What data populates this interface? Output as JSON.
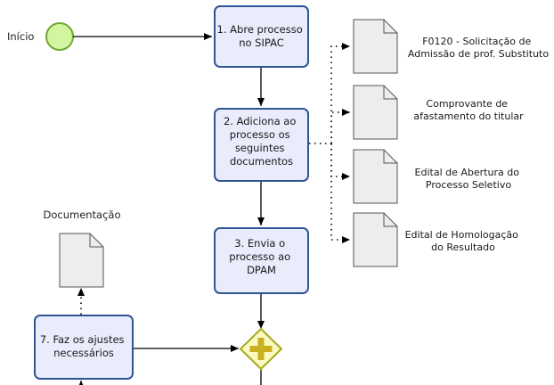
{
  "start_event": {
    "label": "Início",
    "fill": "#d2f5a0",
    "stroke": "#6fa834"
  },
  "tasks": [
    {
      "id": "t1",
      "lines": [
        "1. Abre processo",
        "no SIPAC"
      ]
    },
    {
      "id": "t2",
      "lines": [
        "2. Adiciona ao",
        "processo os",
        "seguintes",
        "documentos"
      ]
    },
    {
      "id": "t3",
      "lines": [
        "3. Envia o",
        "processo ao",
        "DPAM"
      ]
    },
    {
      "id": "t7",
      "lines": [
        "7. Faz os ajustes",
        "necessários"
      ]
    }
  ],
  "documents": [
    {
      "id": "d1",
      "lines": [
        "F0120 - Solicitação de",
        "Admissão de prof. Substituto"
      ]
    },
    {
      "id": "d2",
      "lines": [
        "Comprovante de",
        "afastamento do titular"
      ]
    },
    {
      "id": "d3",
      "lines": [
        "Edital de Abertura do",
        "Processo Seletivo"
      ]
    },
    {
      "id": "d4",
      "lines": [
        "Edital de Homologação",
        "do Resultado"
      ]
    }
  ],
  "documentation": {
    "label": "Documentação"
  },
  "gateway": {
    "type": "parallel",
    "symbol": "plus"
  },
  "colors": {
    "task_fill": "#e8ecfb",
    "task_stroke": "#2f5597",
    "doc_fill": "#ededed",
    "doc_stroke": "#555555",
    "gateway_fill": "#fafac0",
    "gateway_stroke": "#a8a820",
    "gateway_plus": "#c9b020",
    "flow": "#000000"
  }
}
